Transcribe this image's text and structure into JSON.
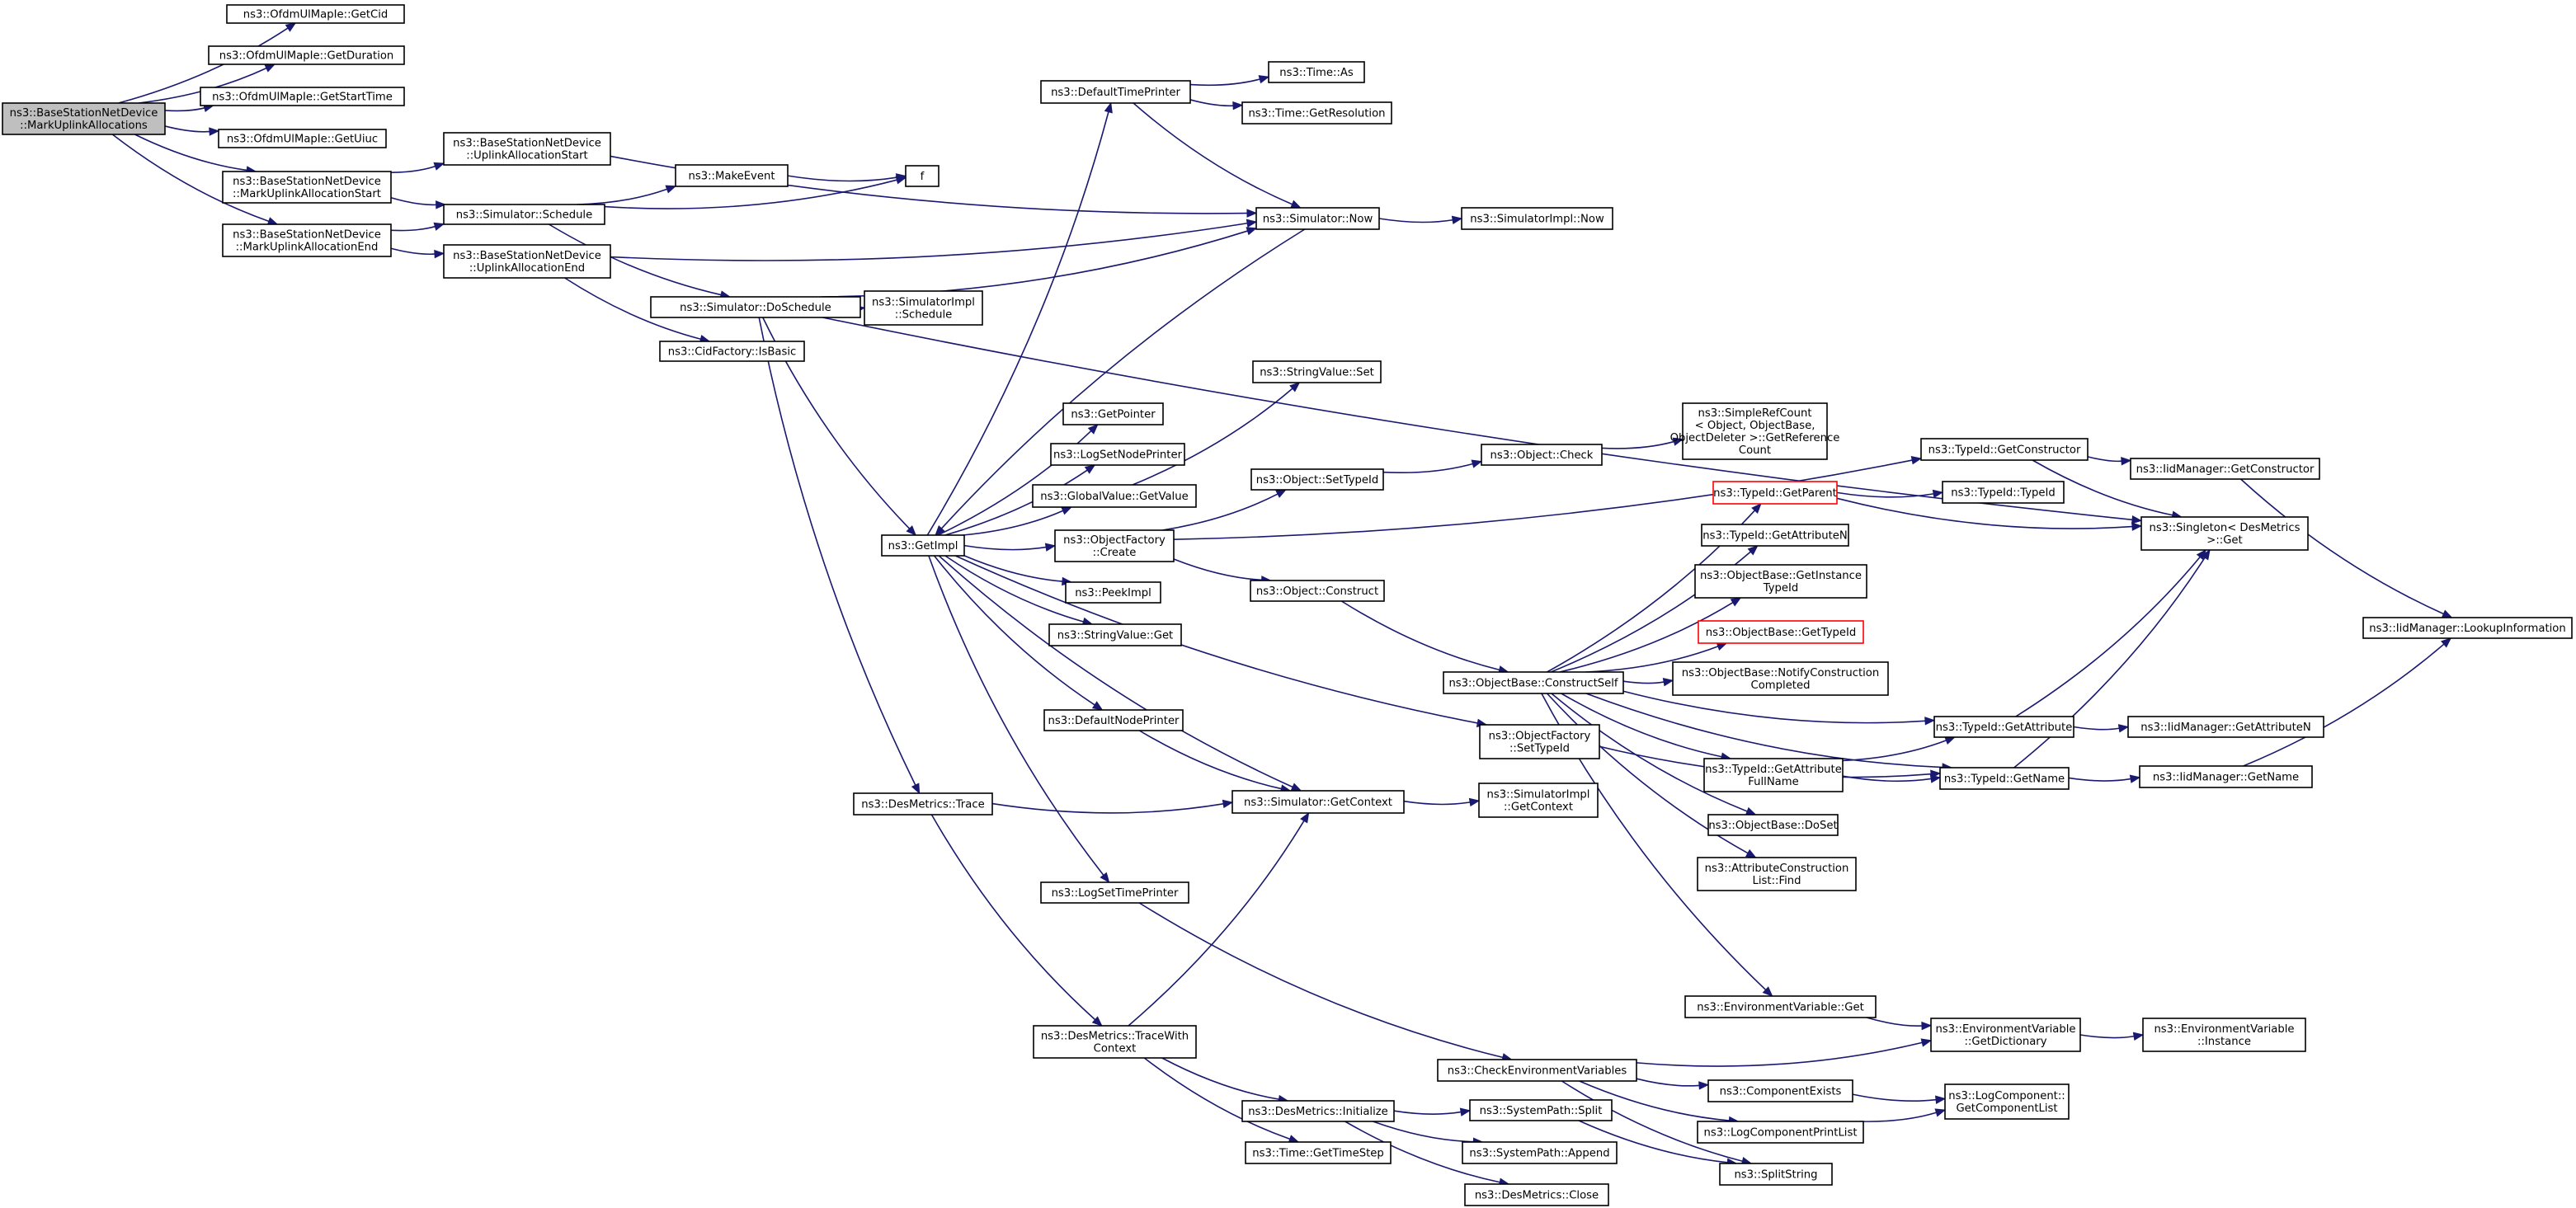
{
  "diagram": {
    "nodes": [
      {
        "id": "mark_ul",
        "lines": [
          "ns3::BaseStationNetDevice",
          "::MarkUplinkAllocations"
        ],
        "root": true
      },
      {
        "id": "getcid",
        "lines": [
          "ns3::OfdmUlMapIe::GetCid"
        ]
      },
      {
        "id": "getduration",
        "lines": [
          "ns3::OfdmUlMapIe::GetDuration"
        ]
      },
      {
        "id": "getstarttime",
        "lines": [
          "ns3::OfdmUlMapIe::GetStartTime"
        ]
      },
      {
        "id": "getuiuc",
        "lines": [
          "ns3::OfdmUlMapIe::GetUiuc"
        ]
      },
      {
        "id": "mark_start",
        "lines": [
          "ns3::BaseStationNetDevice",
          "::MarkUplinkAllocationStart"
        ]
      },
      {
        "id": "mark_end",
        "lines": [
          "ns3::BaseStationNetDevice",
          "::MarkUplinkAllocationEnd"
        ]
      },
      {
        "id": "ul_start",
        "lines": [
          "ns3::BaseStationNetDevice",
          "::UplinkAllocationStart"
        ]
      },
      {
        "id": "ul_end",
        "lines": [
          "ns3::BaseStationNetDevice",
          "::UplinkAllocationEnd"
        ]
      },
      {
        "id": "sim_schedule",
        "lines": [
          "ns3::Simulator::Schedule"
        ]
      },
      {
        "id": "makeevent",
        "lines": [
          "ns3::MakeEvent"
        ]
      },
      {
        "id": "f",
        "lines": [
          "f"
        ]
      },
      {
        "id": "sim_doschedule",
        "lines": [
          "ns3::Simulator::DoSchedule"
        ]
      },
      {
        "id": "simimpl_schedule",
        "lines": [
          "ns3::SimulatorImpl",
          "::Schedule"
        ]
      },
      {
        "id": "cidfactory",
        "lines": [
          "ns3::CidFactory::IsBasic"
        ]
      },
      {
        "id": "defaulttimeprinter",
        "lines": [
          "ns3::DefaultTimePrinter"
        ]
      },
      {
        "id": "time_as",
        "lines": [
          "ns3::Time::As"
        ]
      },
      {
        "id": "time_getres",
        "lines": [
          "ns3::Time::GetResolution"
        ]
      },
      {
        "id": "sim_now",
        "lines": [
          "ns3::Simulator::Now"
        ]
      },
      {
        "id": "simimpl_now",
        "lines": [
          "ns3::SimulatorImpl::Now"
        ]
      },
      {
        "id": "getimpl",
        "lines": [
          "ns3::GetImpl"
        ]
      },
      {
        "id": "getpointer",
        "lines": [
          "ns3::GetPointer"
        ]
      },
      {
        "id": "logsetnodeprinter",
        "lines": [
          "ns3::LogSetNodePrinter"
        ]
      },
      {
        "id": "globalvalue_get",
        "lines": [
          "ns3::GlobalValue::GetValue"
        ]
      },
      {
        "id": "stringvalue_set",
        "lines": [
          "ns3::StringValue::Set"
        ]
      },
      {
        "id": "objfactory_create",
        "lines": [
          "ns3::ObjectFactory",
          "::Create"
        ]
      },
      {
        "id": "peekimpl",
        "lines": [
          "ns3::PeekImpl"
        ]
      },
      {
        "id": "stringvalue_get",
        "lines": [
          "ns3::StringValue::Get"
        ]
      },
      {
        "id": "defaultnodeprinter",
        "lines": [
          "ns3::DefaultNodePrinter"
        ]
      },
      {
        "id": "desmetrics_trace",
        "lines": [
          "ns3::DesMetrics::Trace"
        ]
      },
      {
        "id": "sim_getcontext",
        "lines": [
          "ns3::Simulator::GetContext"
        ]
      },
      {
        "id": "simimpl_getcontext",
        "lines": [
          "ns3::SimulatorImpl",
          "::GetContext"
        ]
      },
      {
        "id": "logsettimeprinter",
        "lines": [
          "ns3::LogSetTimePrinter"
        ]
      },
      {
        "id": "desmetrics_tracewith",
        "lines": [
          "ns3::DesMetrics::TraceWith",
          "Context"
        ]
      },
      {
        "id": "desmetrics_init",
        "lines": [
          "ns3::DesMetrics::Initialize"
        ]
      },
      {
        "id": "time_gettimestep",
        "lines": [
          "ns3::Time::GetTimeStep"
        ]
      },
      {
        "id": "systempath_split",
        "lines": [
          "ns3::SystemPath::Split"
        ]
      },
      {
        "id": "systempath_append",
        "lines": [
          "ns3::SystemPath::Append"
        ]
      },
      {
        "id": "desmetrics_close",
        "lines": [
          "ns3::DesMetrics::Close"
        ]
      },
      {
        "id": "object_settypeid",
        "lines": [
          "ns3::Object::SetTypeId"
        ]
      },
      {
        "id": "object_check",
        "lines": [
          "ns3::Object::Check"
        ]
      },
      {
        "id": "simplerefcount",
        "lines": [
          "ns3::SimpleRefCount",
          "< Object, ObjectBase,",
          " ObjectDeleter >::GetReference",
          "Count"
        ]
      },
      {
        "id": "object_construct",
        "lines": [
          "ns3::Object::Construct"
        ]
      },
      {
        "id": "objectbase_constructself",
        "lines": [
          "ns3::ObjectBase::ConstructSelf"
        ]
      },
      {
        "id": "objfactory_settypeid",
        "lines": [
          "ns3::ObjectFactory",
          "::SetTypeId"
        ]
      },
      {
        "id": "typeid_getparent",
        "lines": [
          "ns3::TypeId::GetParent"
        ],
        "red": true
      },
      {
        "id": "typeid_typeid",
        "lines": [
          "ns3::TypeId::TypeId"
        ]
      },
      {
        "id": "typeid_getattrn",
        "lines": [
          "ns3::TypeId::GetAttributeN"
        ]
      },
      {
        "id": "objectbase_getinstance",
        "lines": [
          "ns3::ObjectBase::GetInstance",
          "TypeId"
        ]
      },
      {
        "id": "objectbase_gettypeid",
        "lines": [
          "ns3::ObjectBase::GetTypeId"
        ],
        "red": true
      },
      {
        "id": "objectbase_notify",
        "lines": [
          "ns3::ObjectBase::NotifyConstruction",
          "Completed"
        ]
      },
      {
        "id": "typeid_getattrfull",
        "lines": [
          "ns3::TypeId::GetAttribute",
          "FullName"
        ]
      },
      {
        "id": "objectbase_doset",
        "lines": [
          "ns3::ObjectBase::DoSet"
        ]
      },
      {
        "id": "attrconstruction_find",
        "lines": [
          "ns3::AttributeConstruction",
          "List::Find"
        ]
      },
      {
        "id": "typeid_getconstructor",
        "lines": [
          "ns3::TypeId::GetConstructor"
        ]
      },
      {
        "id": "iidmanager_getconstructor",
        "lines": [
          "ns3::IidManager::GetConstructor"
        ]
      },
      {
        "id": "singleton_get",
        "lines": [
          "ns3::Singleton< DesMetrics",
          " >::Get"
        ]
      },
      {
        "id": "iidmanager_lookup",
        "lines": [
          "ns3::IidManager::LookupInformation"
        ]
      },
      {
        "id": "typeid_getattribute",
        "lines": [
          "ns3::TypeId::GetAttribute"
        ]
      },
      {
        "id": "iidmanager_getattrn",
        "lines": [
          "ns3::IidManager::GetAttributeN"
        ]
      },
      {
        "id": "typeid_getname",
        "lines": [
          "ns3::TypeId::GetName"
        ]
      },
      {
        "id": "iidmanager_getname",
        "lines": [
          "ns3::IidManager::GetName"
        ]
      },
      {
        "id": "envvar_get",
        "lines": [
          "ns3::EnvironmentVariable::Get"
        ]
      },
      {
        "id": "checkenv",
        "lines": [
          "ns3::CheckEnvironmentVariables"
        ]
      },
      {
        "id": "envvar_getdict",
        "lines": [
          "ns3::EnvironmentVariable",
          "::GetDictionary"
        ]
      },
      {
        "id": "envvar_instance",
        "lines": [
          "ns3::EnvironmentVariable",
          "::Instance"
        ]
      },
      {
        "id": "componentexists",
        "lines": [
          "ns3::ComponentExists"
        ]
      },
      {
        "id": "logcomponentprintlist",
        "lines": [
          "ns3::LogComponentPrintList"
        ]
      },
      {
        "id": "logcomponent_getlist",
        "lines": [
          "ns3::LogComponent::",
          "GetComponentList"
        ]
      },
      {
        "id": "splitstring",
        "lines": [
          "ns3::SplitString"
        ]
      }
    ],
    "edges": [
      [
        "mark_ul",
        "getcid"
      ],
      [
        "mark_ul",
        "getduration"
      ],
      [
        "mark_ul",
        "getstarttime"
      ],
      [
        "mark_ul",
        "getuiuc"
      ],
      [
        "mark_ul",
        "mark_start"
      ],
      [
        "mark_ul",
        "mark_end"
      ],
      [
        "mark_start",
        "ul_start"
      ],
      [
        "mark_start",
        "sim_schedule"
      ],
      [
        "mark_end",
        "sim_schedule"
      ],
      [
        "mark_end",
        "ul_end"
      ],
      [
        "ul_start",
        "sim_now"
      ],
      [
        "ul_end",
        "sim_now"
      ],
      [
        "ul_end",
        "cidfactory"
      ],
      [
        "sim_schedule",
        "makeevent"
      ],
      [
        "sim_schedule",
        "f"
      ],
      [
        "sim_schedule",
        "sim_doschedule"
      ],
      [
        "makeevent",
        "f"
      ],
      [
        "sim_doschedule",
        "sim_now"
      ],
      [
        "sim_doschedule",
        "simimpl_schedule"
      ],
      [
        "sim_doschedule",
        "getimpl"
      ],
      [
        "sim_doschedule",
        "desmetrics_trace"
      ],
      [
        "sim_doschedule",
        "singleton_get"
      ],
      [
        "defaulttimeprinter",
        "time_as"
      ],
      [
        "defaulttimeprinter",
        "time_getres"
      ],
      [
        "defaulttimeprinter",
        "sim_now"
      ],
      [
        "sim_now",
        "getimpl"
      ],
      [
        "sim_now",
        "simimpl_now"
      ],
      [
        "getimpl",
        "defaulttimeprinter"
      ],
      [
        "getimpl",
        "getpointer"
      ],
      [
        "getimpl",
        "logsetnodeprinter"
      ],
      [
        "getimpl",
        "globalvalue_get"
      ],
      [
        "getimpl",
        "objfactory_create"
      ],
      [
        "getimpl",
        "peekimpl"
      ],
      [
        "getimpl",
        "stringvalue_get"
      ],
      [
        "getimpl",
        "defaultnodeprinter"
      ],
      [
        "getimpl",
        "sim_getcontext"
      ],
      [
        "getimpl",
        "logsettimeprinter"
      ],
      [
        "getimpl",
        "objfactory_settypeid"
      ],
      [
        "globalvalue_get",
        "stringvalue_set"
      ],
      [
        "objfactory_create",
        "typeid_getconstructor"
      ],
      [
        "objfactory_create",
        "object_settypeid"
      ],
      [
        "objfactory_create",
        "object_construct"
      ],
      [
        "object_settypeid",
        "object_check"
      ],
      [
        "object_check",
        "simplerefcount"
      ],
      [
        "object_construct",
        "objectbase_constructself"
      ],
      [
        "defaultnodeprinter",
        "sim_getcontext"
      ],
      [
        "desmetrics_trace",
        "sim_getcontext"
      ],
      [
        "desmetrics_trace",
        "desmetrics_tracewith"
      ],
      [
        "sim_getcontext",
        "simimpl_getcontext"
      ],
      [
        "logsettimeprinter",
        "checkenv"
      ],
      [
        "desmetrics_tracewith",
        "sim_getcontext"
      ],
      [
        "desmetrics_tracewith",
        "desmetrics_init"
      ],
      [
        "desmetrics_tracewith",
        "time_gettimestep"
      ],
      [
        "desmetrics_init",
        "systempath_split"
      ],
      [
        "desmetrics_init",
        "systempath_append"
      ],
      [
        "desmetrics_init",
        "desmetrics_close"
      ],
      [
        "systempath_split",
        "splitstring"
      ],
      [
        "objectbase_constructself",
        "typeid_getparent"
      ],
      [
        "objectbase_constructself",
        "typeid_getattrn"
      ],
      [
        "objectbase_constructself",
        "objectbase_getinstance"
      ],
      [
        "objectbase_constructself",
        "objectbase_gettypeid"
      ],
      [
        "objectbase_constructself",
        "objectbase_notify"
      ],
      [
        "objectbase_constructself",
        "typeid_getattribute"
      ],
      [
        "objectbase_constructself",
        "typeid_getattrfull"
      ],
      [
        "objectbase_constructself",
        "objectbase_doset"
      ],
      [
        "objectbase_constructself",
        "attrconstruction_find"
      ],
      [
        "objectbase_constructself",
        "typeid_getname"
      ],
      [
        "objectbase_constructself",
        "envvar_get"
      ],
      [
        "objfactory_settypeid",
        "typeid_getname"
      ],
      [
        "typeid_getparent",
        "typeid_typeid"
      ],
      [
        "typeid_getparent",
        "singleton_get"
      ],
      [
        "typeid_getattrfull",
        "typeid_getattribute"
      ],
      [
        "typeid_getattrfull",
        "typeid_getname"
      ],
      [
        "typeid_getconstructor",
        "iidmanager_getconstructor"
      ],
      [
        "typeid_getconstructor",
        "singleton_get"
      ],
      [
        "iidmanager_getconstructor",
        "iidmanager_lookup"
      ],
      [
        "typeid_getattribute",
        "singleton_get"
      ],
      [
        "typeid_getattribute",
        "iidmanager_getattrn"
      ],
      [
        "typeid_getname",
        "singleton_get"
      ],
      [
        "typeid_getname",
        "iidmanager_getname"
      ],
      [
        "iidmanager_getname",
        "iidmanager_lookup"
      ],
      [
        "envvar_get",
        "envvar_getdict"
      ],
      [
        "checkenv",
        "envvar_getdict"
      ],
      [
        "checkenv",
        "componentexists"
      ],
      [
        "checkenv",
        "logcomponentprintlist"
      ],
      [
        "checkenv",
        "splitstring"
      ],
      [
        "envvar_getdict",
        "envvar_instance"
      ],
      [
        "componentexists",
        "logcomponent_getlist"
      ],
      [
        "logcomponentprintlist",
        "logcomponent_getlist"
      ]
    ]
  }
}
